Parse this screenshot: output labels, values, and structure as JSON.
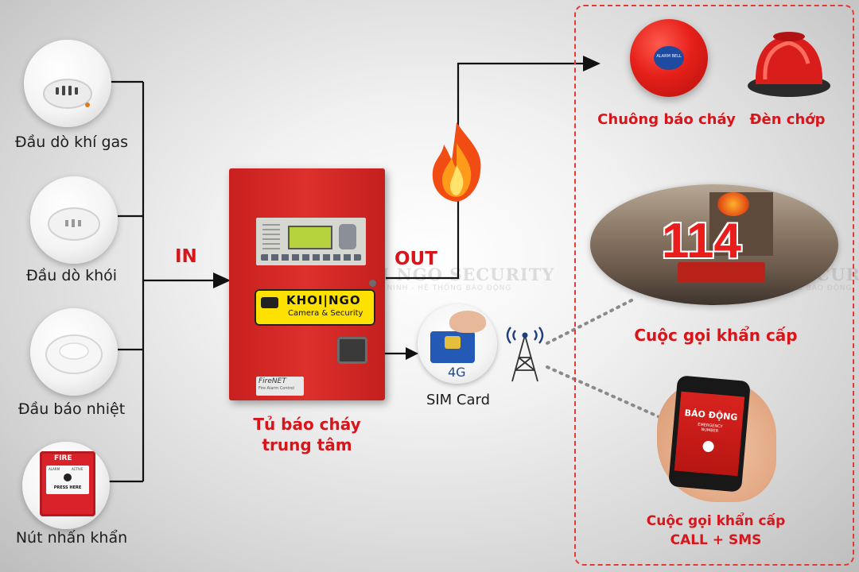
{
  "sensors": [
    {
      "label": "Đầu dò khí gas",
      "icon": "gas-detector-icon"
    },
    {
      "label": "Đầu dò khói",
      "icon": "smoke-detector-icon"
    },
    {
      "label": "Đầu báo nhiệt",
      "icon": "heat-detector-icon"
    },
    {
      "label": "Nút nhấn khẩn",
      "icon": "manual-call-point-icon"
    }
  ],
  "call_point": {
    "fire_text": "FIRE",
    "press_text": "PRESS HERE",
    "alarm_text": "ALARM",
    "active_text": "ACTIVE"
  },
  "panel": {
    "label_line1": "Tủ báo cháy",
    "label_line2": "trung tâm",
    "brand_name_1": "KHOI",
    "brand_name_2": "NGO",
    "brand_tagline": "Camera & Security",
    "model": "FireNET",
    "model_sub": "Fire Alarm Control"
  },
  "flow": {
    "in_label": "IN",
    "out_label": "OUT"
  },
  "sim": {
    "network": "4G",
    "label": "SIM Card"
  },
  "outputs": {
    "bell_label": "Chuông báo cháy",
    "bell_text": "ALARM BELL",
    "strobe_label": "Đèn chớp",
    "emergency_number": "114",
    "emergency_call_label": "Cuộc gọi khẩn cấp",
    "phone_call_label_line1": "Cuộc gọi khẩn cấp",
    "phone_call_label_line2": "CALL + SMS",
    "phone_screen_title": "BÁO ĐỘNG",
    "phone_screen_sub1": "EMERGENCY",
    "phone_screen_sub2": "NUMBER"
  },
  "watermark": {
    "title": "KHOI NGO SECURITY",
    "subtitle": "CAMERA AN NINH - HỆ THỐNG BÁO ĐỘNG"
  },
  "colors": {
    "accent_red": "#d8151b",
    "panel_red": "#d42a27",
    "border_dash": "#e53935",
    "line": "#111111"
  }
}
